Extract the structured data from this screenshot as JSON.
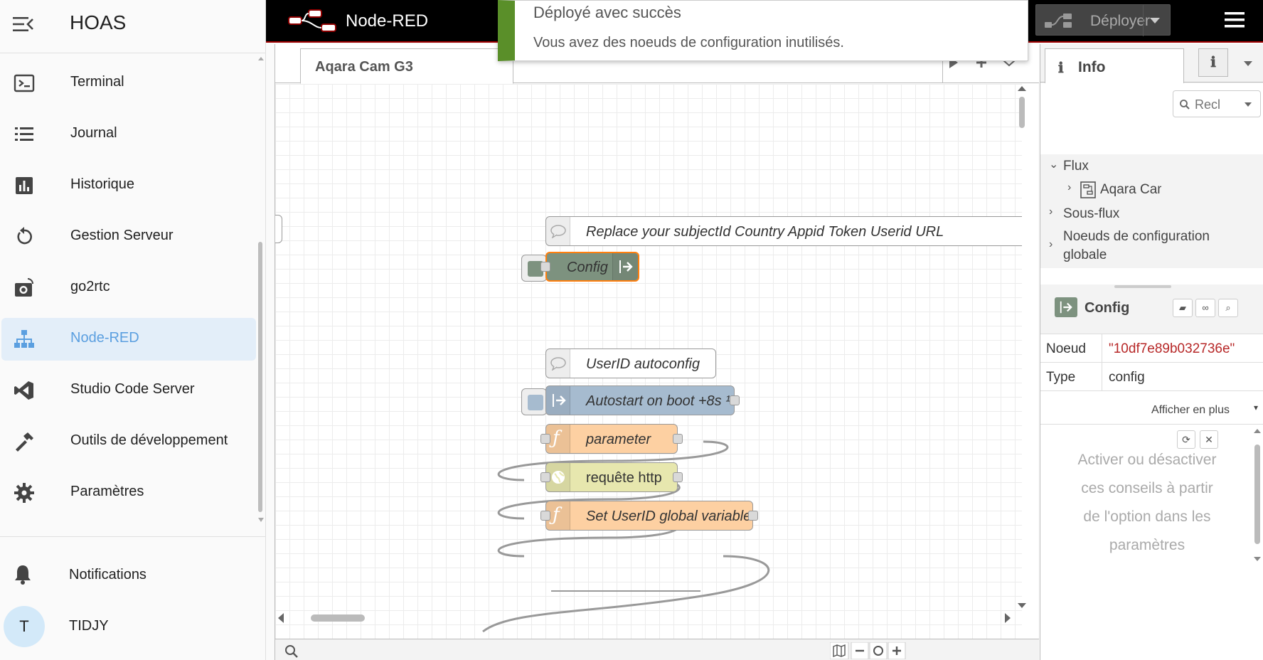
{
  "sidebar": {
    "title": "HOAS",
    "items": [
      {
        "label": "Terminal"
      },
      {
        "label": "Journal"
      },
      {
        "label": "Historique"
      },
      {
        "label": "Gestion Serveur"
      },
      {
        "label": "go2rtc"
      },
      {
        "label": "Node-RED"
      },
      {
        "label": "Studio Code Server"
      },
      {
        "label": "Outils de développement"
      },
      {
        "label": "Paramètres"
      }
    ],
    "notifications_label": "Notifications",
    "user_initial": "T",
    "user_name": "TIDJY",
    "active_color": "#5b9fe0"
  },
  "nodered": {
    "title": "Node-RED",
    "deploy_label": "Déployer",
    "tab_label": "Aqara Cam G3",
    "header_accent": "#a00000"
  },
  "notification": {
    "title": "Déployé avec succès",
    "message": "Vous avez des noeuds de configuration inutilisés.",
    "color": "#5a8f29"
  },
  "flow": {
    "comment1": "Replace your subjectId Country Appid Token Userid URL",
    "config_node": "Config",
    "comment2": "UserID autoconfig",
    "inject_node": "Autostart on boot +8s ¹",
    "function1": "parameter",
    "http_node": "requête http",
    "function2": "Set UserID global variable"
  },
  "info_panel": {
    "tab_label": "Info",
    "search_placeholder": "Recl",
    "tree": {
      "flux": "Flux",
      "flux_child": "Aqara Cam",
      "sous_flux": "Sous-flux",
      "config_nodes_line1": "Noeuds de configuration",
      "config_nodes_line2": "globale"
    },
    "selected_title": "Config",
    "props": [
      {
        "key": "Noeud",
        "value": "\"10df7e89b032736e\""
      },
      {
        "key": "Type",
        "value": "config"
      }
    ],
    "show_more": "Afficher en plus",
    "tips": [
      "Activer ou désactiver",
      "ces conseils à partir",
      "de l'option dans les",
      "paramètres"
    ]
  }
}
